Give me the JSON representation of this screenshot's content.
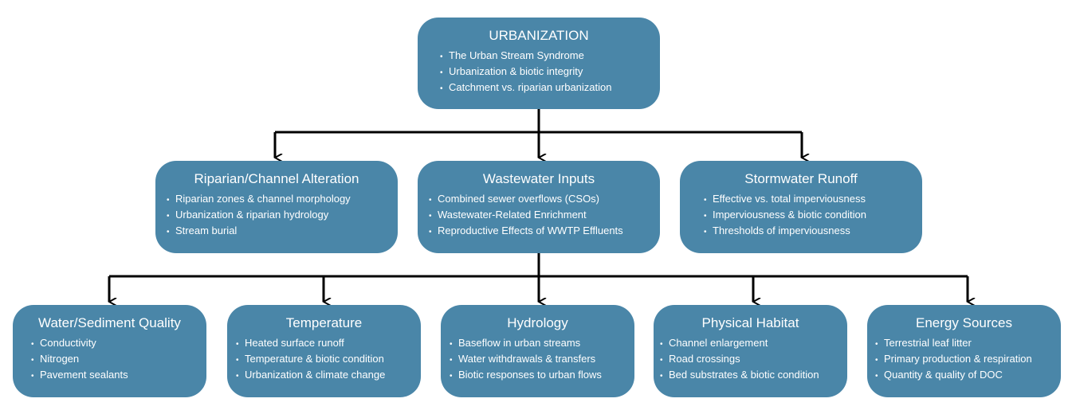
{
  "root": {
    "title": "URBANIZATION",
    "items": [
      "The Urban Stream Syndrome",
      "Urbanization & biotic integrity",
      "Catchment vs. riparian urbanization"
    ]
  },
  "level2": [
    {
      "title": "Riparian/Channel Alteration",
      "items": [
        "Riparian zones & channel morphology",
        "Urbanization & riparian hydrology",
        "Stream burial"
      ]
    },
    {
      "title": "Wastewater Inputs",
      "items": [
        "Combined sewer overflows (CSOs)",
        "Wastewater-Related Enrichment",
        "Reproductive Effects of WWTP Effluents"
      ]
    },
    {
      "title": "Stormwater Runoff",
      "items": [
        "Effective vs. total imperviousness",
        "Imperviousness & biotic condition",
        "Thresholds of imperviousness"
      ]
    }
  ],
  "level3": [
    {
      "title": "Water/Sediment Quality",
      "items": [
        "Conductivity",
        "Nitrogen",
        "Pavement sealants"
      ]
    },
    {
      "title": "Temperature",
      "items": [
        "Heated surface runoff",
        "Temperature & biotic condition",
        "Urbanization & climate change"
      ]
    },
    {
      "title": "Hydrology",
      "items": [
        "Baseflow in urban streams",
        "Water withdrawals & transfers",
        "Biotic responses to urban flows"
      ]
    },
    {
      "title": "Physical Habitat",
      "items": [
        "Channel enlargement",
        "Road crossings",
        "Bed substrates & biotic condition"
      ]
    },
    {
      "title": "Energy Sources",
      "items": [
        "Terrestrial leaf litter",
        "Primary production & respiration",
        "Quantity & quality of DOC"
      ]
    }
  ],
  "bullet": "•",
  "colors": {
    "box": "#4a86a8",
    "text": "#ffffff",
    "line": "#000000"
  }
}
